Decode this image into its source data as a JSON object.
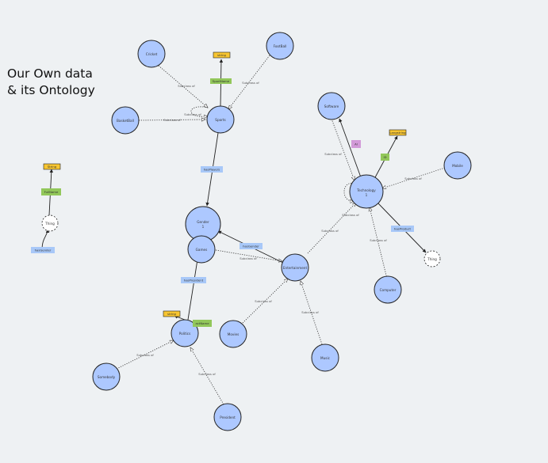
{
  "title": {
    "line1": "Our Own data",
    "line2": "& its Ontology"
  },
  "nodes": [
    {
      "id": "cricket",
      "label": "Cricket",
      "type": "class"
    },
    {
      "id": "football",
      "label": "FootBall",
      "type": "class"
    },
    {
      "id": "basketball",
      "label": "BasketBall",
      "type": "class"
    },
    {
      "id": "sports",
      "label": "Sports",
      "type": "class"
    },
    {
      "id": "gender",
      "label": "Gender",
      "sub": "1",
      "type": "class"
    },
    {
      "id": "games",
      "label": "Games",
      "type": "class"
    },
    {
      "id": "entertainment",
      "label": "Entertainment",
      "type": "class"
    },
    {
      "id": "politics",
      "label": "Politics",
      "type": "class"
    },
    {
      "id": "movies",
      "label": "Movies",
      "type": "class"
    },
    {
      "id": "music",
      "label": "Music",
      "type": "class"
    },
    {
      "id": "somebody",
      "label": "Somebody",
      "type": "class"
    },
    {
      "id": "president",
      "label": "President",
      "type": "class"
    },
    {
      "id": "software",
      "label": "Software",
      "type": "class"
    },
    {
      "id": "technology",
      "label": "Technology",
      "sub": "1",
      "type": "class"
    },
    {
      "id": "mobile",
      "label": "Mobile",
      "type": "class"
    },
    {
      "id": "computer",
      "label": "Computer",
      "type": "class"
    },
    {
      "id": "thing-left",
      "label": "Thing",
      "type": "thing"
    },
    {
      "id": "thing-right",
      "label": "Thing",
      "type": "thing"
    }
  ],
  "tags": [
    {
      "id": "string-sports",
      "label": "string",
      "kind": "datatype"
    },
    {
      "id": "sportname",
      "label": "SportName",
      "kind": "dataprop"
    },
    {
      "id": "string-left",
      "label": "String",
      "kind": "datatype"
    },
    {
      "id": "fullname",
      "label": "FullName",
      "kind": "dataprop"
    },
    {
      "id": "hasgender",
      "label": "hasGender",
      "kind": "objprop"
    },
    {
      "id": "langstring",
      "label": "Langstring",
      "kind": "datatype"
    },
    {
      "id": "id-prop",
      "label": "ID",
      "kind": "dataprop"
    },
    {
      "id": "ai-prop",
      "label": "AI",
      "kind": "annotation"
    },
    {
      "id": "hasplayers",
      "label": "hasPlayers",
      "kind": "objprop"
    },
    {
      "id": "hasgender2",
      "label": "hasGender",
      "kind": "objprop"
    },
    {
      "id": "hasproduct",
      "label": "hasProduct",
      "kind": "objprop"
    },
    {
      "id": "haspresident",
      "label": "hasPresident",
      "kind": "objprop"
    },
    {
      "id": "string-politics",
      "label": "string",
      "kind": "datatype"
    },
    {
      "id": "actname",
      "label": "actName",
      "kind": "dataprop"
    }
  ],
  "edge_label": "Subclass of",
  "colors": {
    "background": "#eef1f3",
    "class": "#adc8ff",
    "datatype": "#f7c531",
    "dataprop": "#92c75a",
    "objprop": "#a8c8f8",
    "annotation": "#d29ad8"
  }
}
